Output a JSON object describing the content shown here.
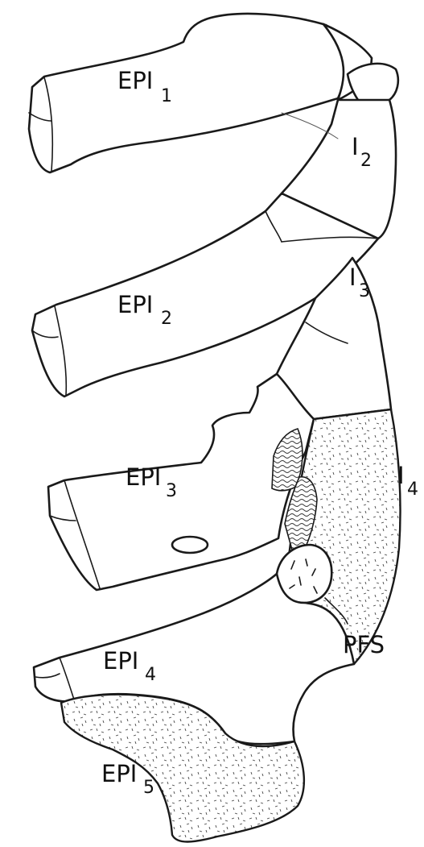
{
  "labels": {
    "epi1": {
      "text": "EPI",
      "sub": "1"
    },
    "i2": {
      "text": "I",
      "sub": "2"
    },
    "epi2": {
      "text": "EPI",
      "sub": "2"
    },
    "i3": {
      "text": "I",
      "sub": "3"
    },
    "epi3": {
      "text": "EPI",
      "sub": "3"
    },
    "i4": {
      "text": "I",
      "sub": "4"
    },
    "pfs": {
      "text": "PFS"
    },
    "epi4": {
      "text": "EPI",
      "sub": "4"
    },
    "epi5": {
      "text": "EPI",
      "sub": "5"
    }
  }
}
